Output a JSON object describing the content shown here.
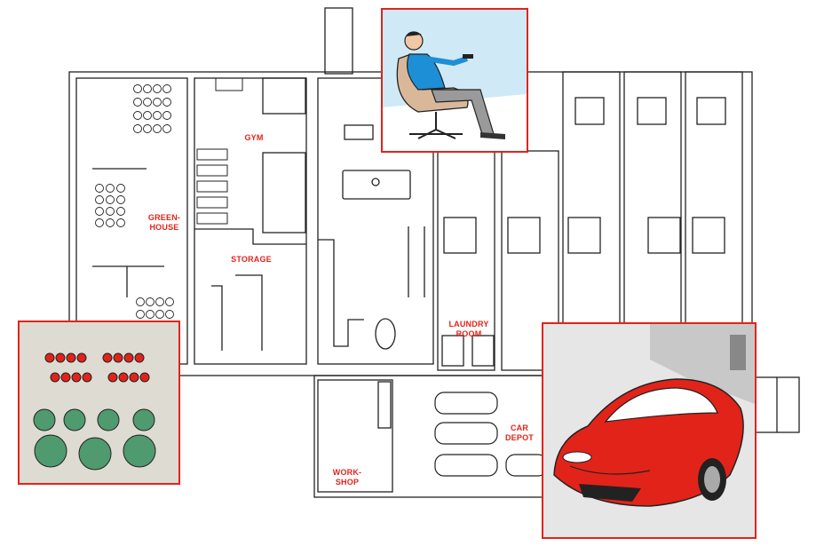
{
  "rooms": {
    "gym": "GYM",
    "greenhouse_line1": "GREEN-",
    "greenhouse_line2": "HOUSE",
    "storage": "STORAGE",
    "laundry_line1": "LAUNDRY",
    "laundry_line2": "ROOM",
    "car_depot_line1": "CAR",
    "car_depot_line2": "DEPOT",
    "workshop_line1": "WORK-",
    "workshop_line2": "SHOP"
  },
  "insets": [
    {
      "subject": "man-in-recliner",
      "accent": "#e2231a",
      "sky": "#cfeaf6",
      "shirt": "#1c8fd6"
    },
    {
      "subject": "tomato-and-cabbage-garden",
      "accent": "#e2231a",
      "soil": "#dedbd2",
      "leaf": "#4f9a6e",
      "tomato": "#e2231a"
    },
    {
      "subject": "red-sports-car",
      "accent": "#e2231a",
      "car": "#e2231a",
      "wall": "#c8c8c8"
    }
  ],
  "colors": {
    "label": "#e2231a",
    "line": "#222222",
    "frame": "#e2231a"
  }
}
